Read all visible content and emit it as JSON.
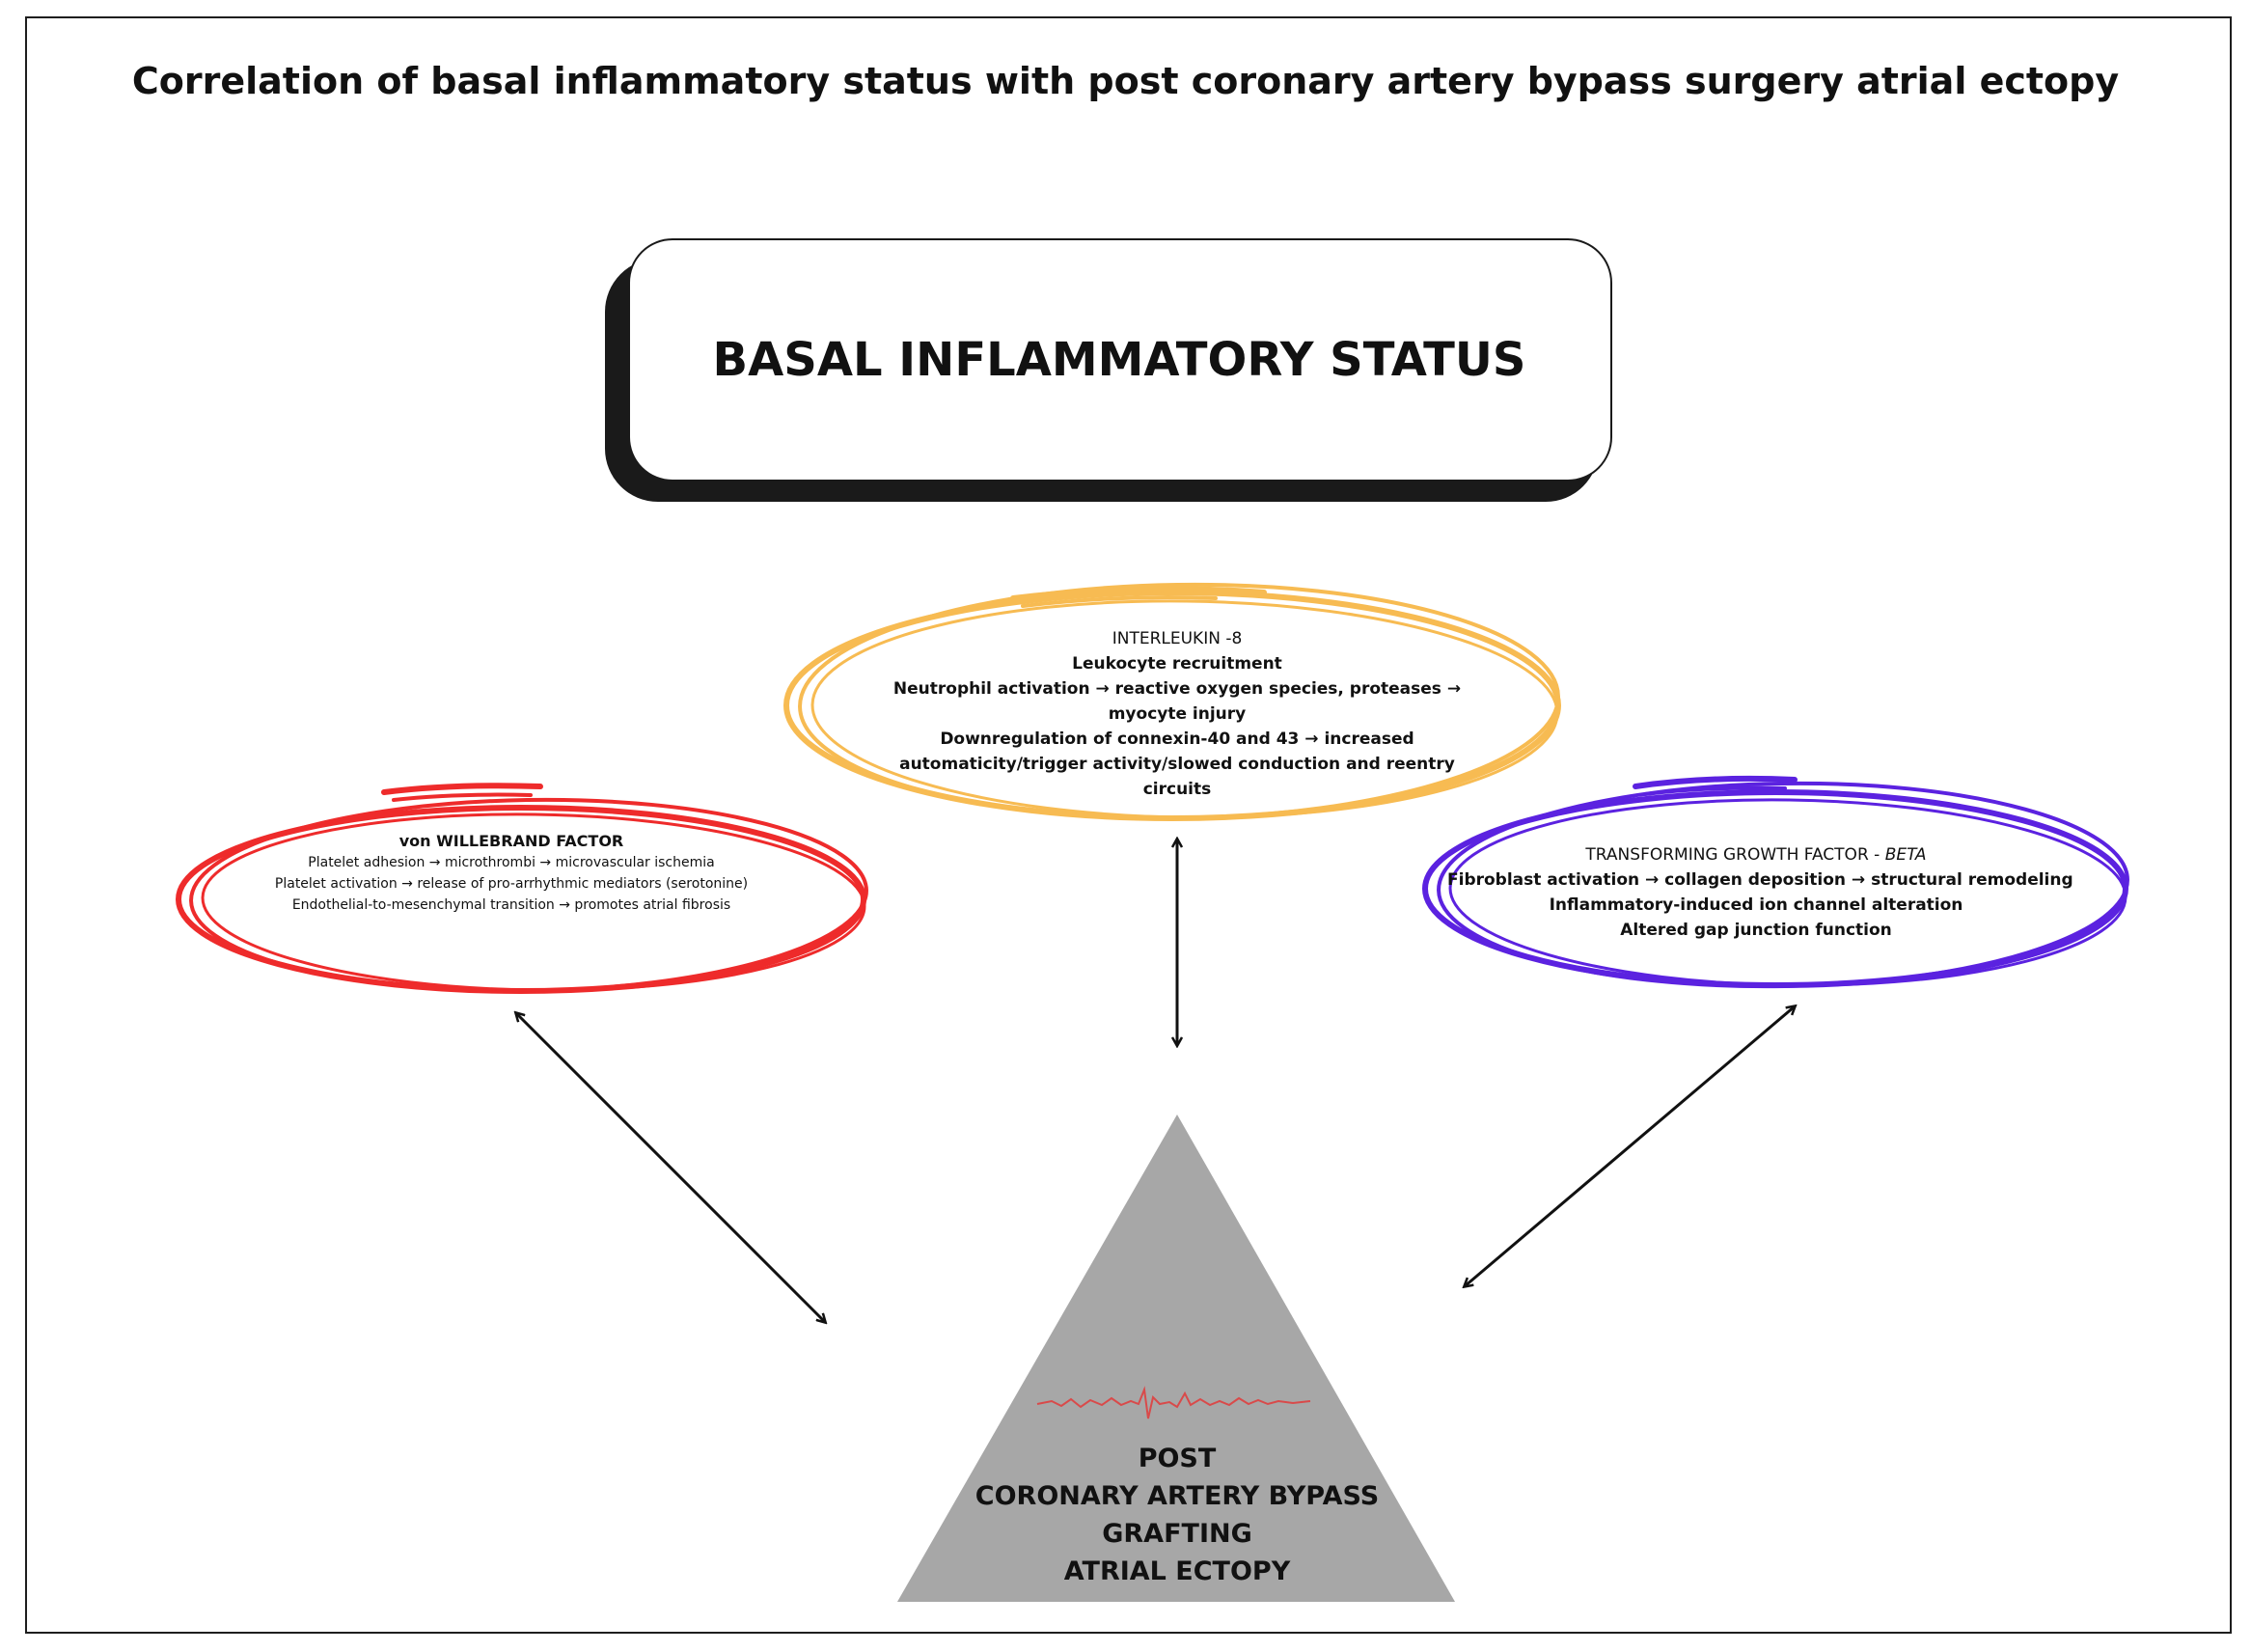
{
  "title": "Correlation of  basal inflammatory status with post coronary artery bypass surgery atrial ectopy",
  "central_box": {
    "label": "BASAL INFLAMMATORY STATUS"
  },
  "nodes": {
    "interleukin8": {
      "heading": "INTERLEUKIN -8",
      "lines": [
        "Leukocyte recruitment",
        "Neutrophil activation → reactive oxygen species, proteases →",
        "myocyte injury",
        "Downregulation of connexin-40 and 43 → increased",
        "automaticity/trigger activity/slowed conduction and reentry",
        "circuits"
      ],
      "color": "#f7bb52"
    },
    "vwf": {
      "heading": "von WILLEBRAND FACTOR",
      "lines": [
        "Platelet adhesion → microthrombi → microvascular ischemia",
        "Platelet activation → release of pro-arrhythmic mediators (serotonine)",
        "Endothelial-to-mesenchymal transition → promotes atrial fibrosis"
      ],
      "color": "#ee2b2b"
    },
    "tgf": {
      "heading_prefix": "TRANSFORMING GROWTH FACTOR - ",
      "heading_italic": "BETA",
      "lines": [
        "Fibroblast activation → collagen deposition → structural remodeling",
        "Inflammatory-induced ion channel alteration",
        "Altered gap junction function"
      ],
      "color": "#5b22e0"
    }
  },
  "outcome": {
    "lines": [
      "POST",
      "CORONARY ARTERY BYPASS",
      "GRAFTING",
      "ATRIAL ECTOPY"
    ],
    "color": "#a7a7a7",
    "ecg_color": "#d94a4a"
  },
  "connectors": [
    "vwf-outcome",
    "il8-outcome",
    "tgf-outcome"
  ]
}
